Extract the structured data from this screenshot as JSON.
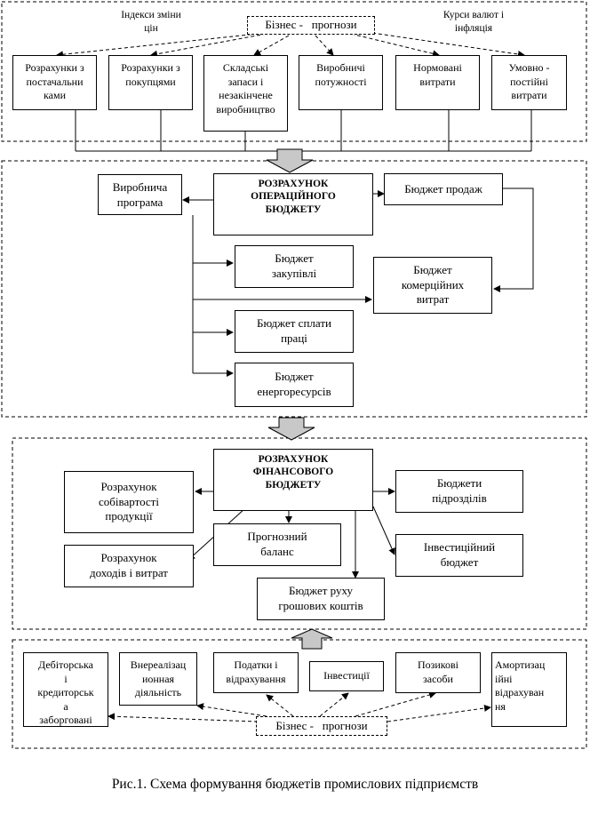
{
  "section1": {
    "forecast": "Бізнес -   прогнози",
    "price_index": "Індекси зміни\nцін",
    "currency": "Курси валют і\nінфляція",
    "items": [
      "Розрахунки з\nпостачальни\nками",
      "Розрахунки з\nпокупцями",
      "Складські\nзапаси і\nнезакінчене\nвиробництво",
      "Виробничі\nпотужності",
      "Нормовані\nвитрати",
      "Умовно -\nпостійні\nвитрати"
    ]
  },
  "section2": {
    "center": "РОЗРАХУНОК\nОПЕРАЦІЙНОГО\nБЮДЖЕТУ",
    "production": "Виробнича\nпрограма",
    "sales": "Бюджет продаж",
    "purchases": "Бюджет\nзакупівлі",
    "commercial": "Бюджет\nкомерційних\nвитрат",
    "labor": "Бюджет сплати\nпраці",
    "energy": "Бюджет\nенергоресурсів"
  },
  "section3": {
    "center": "РОЗРАХУНОК\nФІНАНСОВОГО\nБЮДЖЕТУ",
    "cost": "Розрахунок\nсобівартості\nпродукції",
    "income": "Розрахунок\nдоходів і витрат",
    "balance": "Прогнозний\nбаланс",
    "cashflow": "Бюджет руху\nгрошових коштів",
    "divisions": "Бюджети\nпідрозділів",
    "investment": "Інвестиційний\nбюджет"
  },
  "section4": {
    "items": [
      "Дебіторська\nі\nкредиторськ\nа\nзаборговані",
      "Внереалізац\nионная\nдіяльність",
      "Податки і\nвідрахування",
      "Інвестиції",
      "Позикові\nзасоби",
      "Амортизац\nійні\nвідрахуван\nня"
    ],
    "forecast": "Бізнес -   прогнози"
  },
  "caption": "Рис.1. Схема формування бюджетів промислових підприємств"
}
